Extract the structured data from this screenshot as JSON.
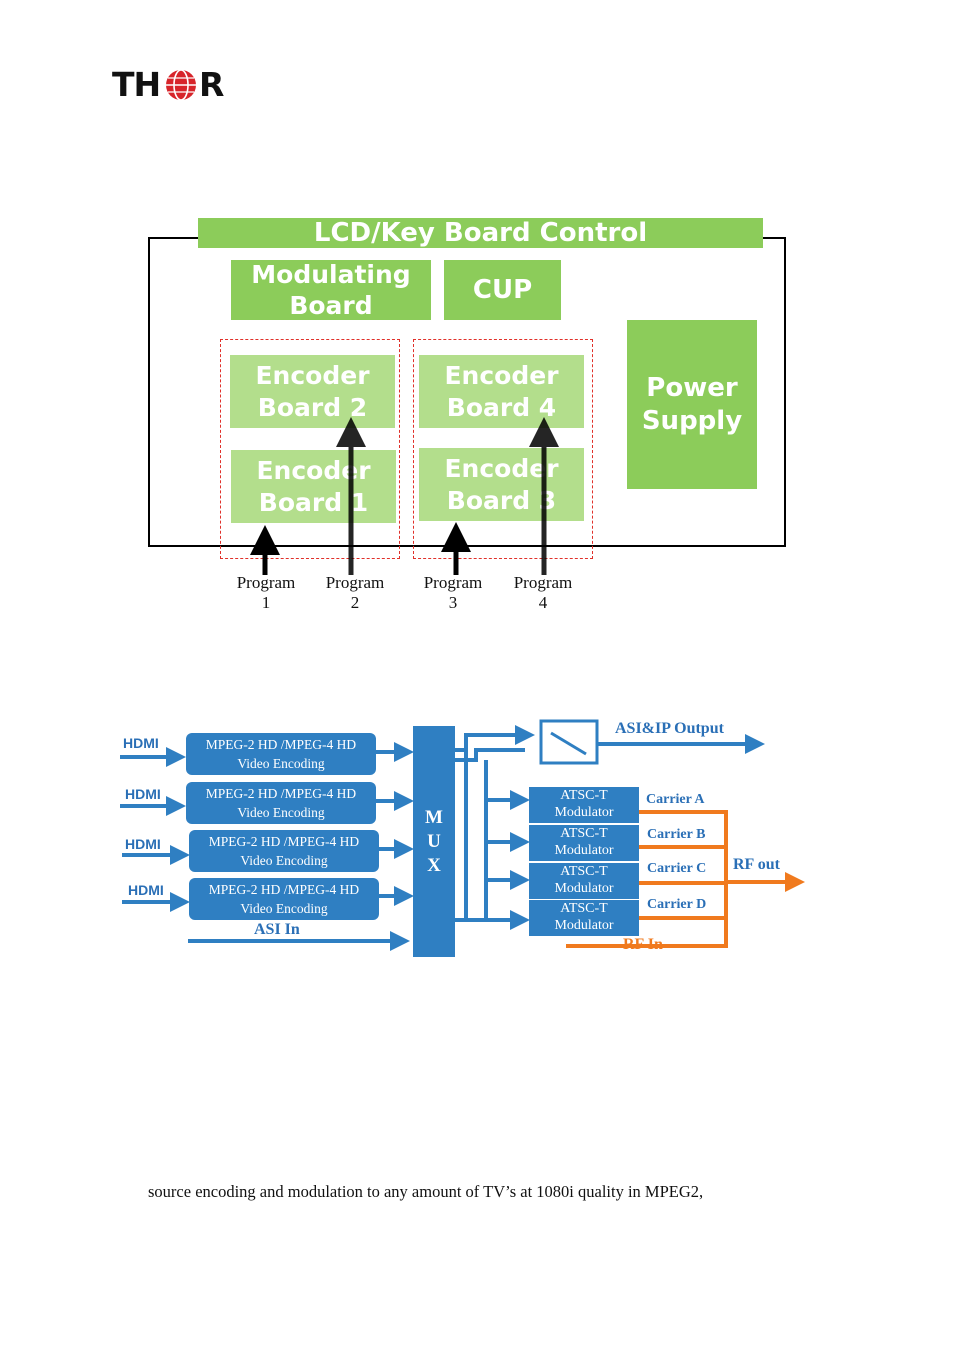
{
  "logo": {
    "text_left": "TH",
    "text_right": "R"
  },
  "diagram1": {
    "lcd_label": "LCD/Key Board Control",
    "modulating_board": [
      "Modulating",
      "Board"
    ],
    "cup": "CUP",
    "encoder_board_2": [
      "Encoder",
      "Board 2"
    ],
    "encoder_board_1": [
      "Encoder",
      "Board 1"
    ],
    "encoder_board_4": [
      "Encoder",
      "Board 4"
    ],
    "encoder_board_3": [
      "Encoder",
      "Board 3"
    ],
    "power_supply": [
      "Power",
      "Supply"
    ],
    "programs": [
      {
        "label": "Program",
        "num": "1"
      },
      {
        "label": "Program",
        "num": "2"
      },
      {
        "label": "Program",
        "num": "3"
      },
      {
        "label": "Program",
        "num": "4"
      }
    ],
    "colors": {
      "green": "#8ccc5a",
      "light_green": "#b3de8c",
      "dash_red": "#e0302a"
    }
  },
  "diagram2": {
    "hdmi": [
      "HDMI",
      "HDMI",
      "HDMI",
      "HDMI"
    ],
    "encoders": [
      [
        "MPEG-2 HD /MPEG-4 HD",
        "Video Encoding"
      ],
      [
        "MPEG-2 HD /MPEG-4 HD",
        "Video Encoding"
      ],
      [
        "MPEG-2 HD /MPEG-4 HD",
        "Video Encoding"
      ],
      [
        "MPEG-2 HD /MPEG-4 HD",
        "Video Encoding"
      ]
    ],
    "asi_in": "ASI In",
    "mux": [
      "M",
      "U",
      "X"
    ],
    "asi_ip_output": "ASI&IP Output",
    "modulators": [
      [
        "ATSC-T",
        "Modulator"
      ],
      [
        "ATSC-T",
        "Modulator"
      ],
      [
        "ATSC-T",
        "Modulator"
      ],
      [
        "ATSC-T",
        "Modulator"
      ]
    ],
    "carriers": [
      "Carrier A",
      "Carrier B",
      "Carrier C",
      "Carrier D"
    ],
    "rf_out": "RF out",
    "rf_in": "RF In",
    "colors": {
      "blue": "#2f7fc2",
      "orange": "#f07a1e"
    }
  },
  "body_text": "source encoding and modulation to any amount of TV’s at 1080i quality in MPEG2,"
}
